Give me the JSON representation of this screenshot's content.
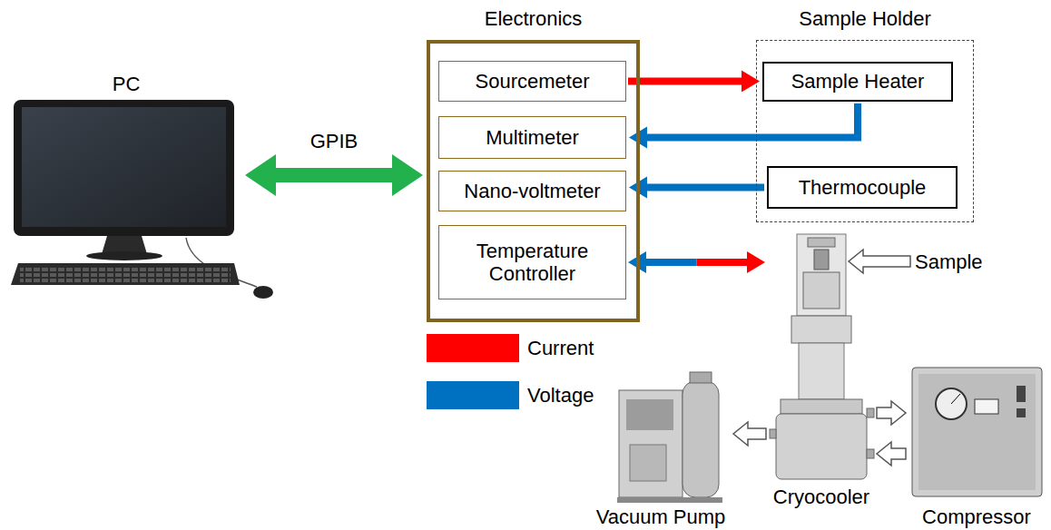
{
  "diagram": {
    "nodes": [
      {
        "text": [
          "PC"
        ]
      },
      {
        "text": [
          "Electronics"
        ]
      },
      {
        "text": [
          "Sourcemeter"
        ],
        "in": 1
      },
      {
        "text": [
          "Multimeter"
        ],
        "in": 1
      },
      {
        "text": [
          "Nano-voltmeter"
        ],
        "in": 1
      },
      {
        "text": [
          "Temperature Controller"
        ],
        "in": 1
      },
      {
        "text": [
          "Sample Holder"
        ]
      },
      {
        "text": [
          "Sample Heater"
        ],
        "in": 6
      },
      {
        "text": [
          "Thermocouple"
        ],
        "in": 6
      },
      {
        "text": [
          "Cryocooler"
        ]
      },
      {
        "text": [
          "Vacuum Pump"
        ]
      },
      {
        "text": [
          "Compressor"
        ]
      }
    ],
    "edges": [
      {
        "from": 0,
        "to": 1,
        "arrow": "both",
        "label": "GPIB"
      },
      {
        "from": 2,
        "to": 7,
        "arrow": "to"
      },
      {
        "from": 7,
        "to": 3,
        "arrow": "to"
      },
      {
        "from": 8,
        "to": 4,
        "arrow": "to"
      },
      {
        "from": 5,
        "to": 9,
        "arrow": "both"
      },
      {
        "from": 9,
        "to": 10,
        "arrow": "to"
      },
      {
        "from": 9,
        "to": 11,
        "arrow": "to"
      },
      {
        "from": 11,
        "to": 9,
        "arrow": "to"
      }
    ],
    "labels": [
      "Sample"
    ],
    "legend": [
      {
        "text": "Current",
        "color": "#ff0000"
      },
      {
        "text": "Voltage",
        "color": "#0070c0"
      }
    ]
  }
}
